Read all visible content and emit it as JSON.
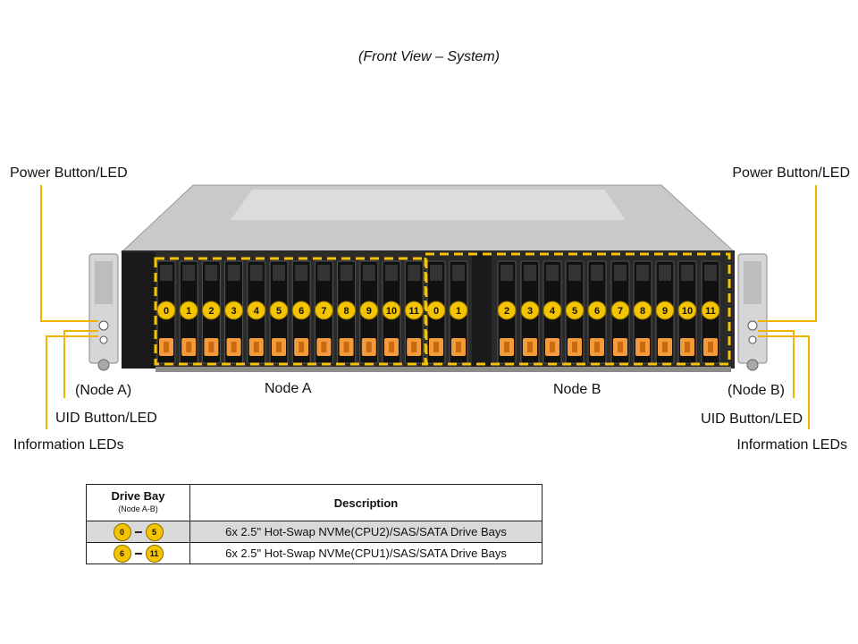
{
  "caption": "(Front View – System)",
  "callouts": {
    "left_power": "Power Button/LED",
    "left_node": "(Node A)",
    "left_uid": "UID Button/LED",
    "left_info": "Information LEDs",
    "right_power": "Power Button/LED",
    "right_node": "(Node B)",
    "right_uid": "UID Button/LED",
    "right_info": "Information LEDs",
    "node_a": "Node A",
    "node_b": "Node B"
  },
  "bays": {
    "node_a": [
      "0",
      "1",
      "2",
      "3",
      "4",
      "5",
      "6",
      "7",
      "8",
      "9",
      "10",
      "11"
    ],
    "node_b": [
      "0",
      "1",
      "2",
      "3",
      "4",
      "5",
      "6",
      "7",
      "8",
      "9",
      "10",
      "11"
    ]
  },
  "table": {
    "col1_header": "Drive Bay",
    "col1_sub": "(Node A-B)",
    "col2_header": "Description",
    "rows": [
      {
        "from": "0",
        "to": "5",
        "desc": "6x 2.5\" Hot-Swap NVMe(CPU2)/SAS/SATA Drive Bays"
      },
      {
        "from": "6",
        "to": "11",
        "desc": "6x 2.5\" Hot-Swap NVMe(CPU1)/SAS/SATA Drive Bays"
      }
    ]
  },
  "colors": {
    "accent_yellow": "#f5c400",
    "latch_orange": "#f39a3a",
    "callout_line": "#f0b400",
    "row_shade": "#d9d9d9"
  }
}
